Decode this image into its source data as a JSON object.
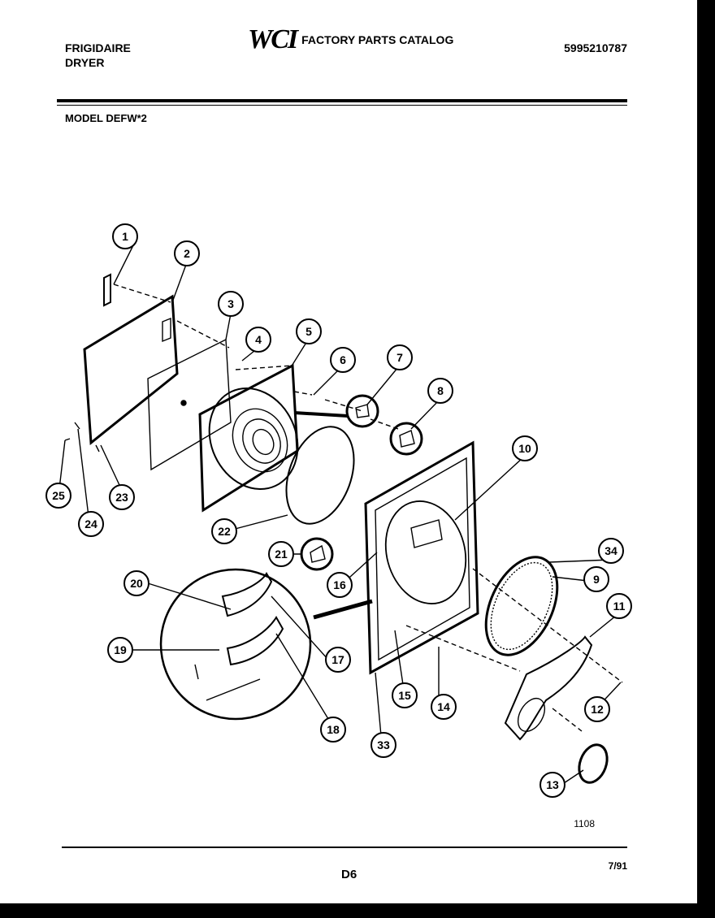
{
  "header": {
    "brand_line1": "FRIGIDAIRE",
    "brand_line2": "DRYER",
    "logo": "WCI",
    "catalog_title": "FACTORY PARTS CATALOG",
    "catalog_number": "5995210787",
    "model": "MODEL DEFW*2"
  },
  "diagram": {
    "callouts": [
      "1",
      "2",
      "3",
      "4",
      "5",
      "6",
      "7",
      "8",
      "10",
      "34",
      "9",
      "11",
      "12",
      "13",
      "14",
      "15",
      "33",
      "16",
      "17",
      "18",
      "19",
      "20",
      "21",
      "22",
      "23",
      "24",
      "25"
    ]
  },
  "footer": {
    "figure_number": "1108",
    "page_id": "D6",
    "date": "7/91"
  }
}
